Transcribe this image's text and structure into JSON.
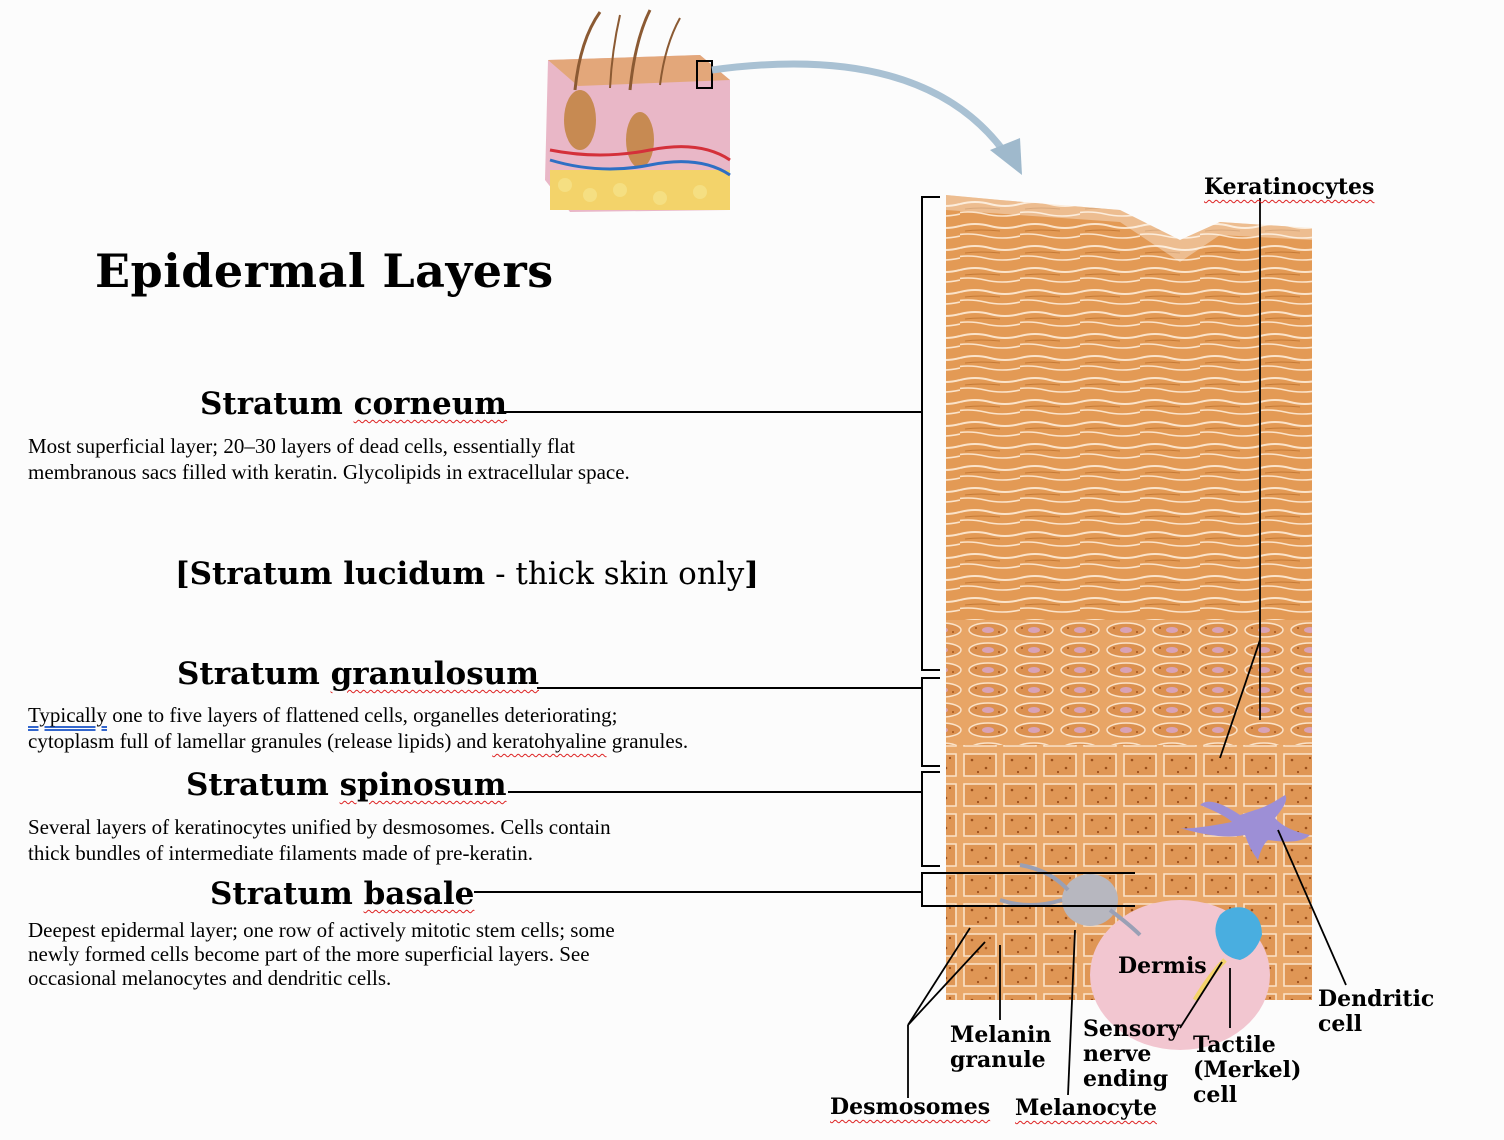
{
  "title": "Epidermal Layers",
  "layers": [
    {
      "name_plain": "Stratum ",
      "name_marked": "corneum",
      "description": "Most superficial layer; 20–30 layers of dead cells, essentially flat\nmembranous sacs filled with keratin. Glycolipids in extracellular space."
    },
    {
      "name_plain": "Stratum ",
      "name_marked": "granulosum",
      "description_marked": "Typically",
      "description": " one to five layers of flattened cells, organelles deteriorating;\ncytoplasm full of lamellar granules (release lipids) and ",
      "description_marked2": "keratohyaline",
      "description_end": " granules."
    },
    {
      "name_plain": "Stratum ",
      "name_marked": "spinosum",
      "description": "Several layers of keratinocytes unified by desmosomes. Cells contain\nthick bundles of intermediate filaments made of pre-keratin."
    },
    {
      "name_plain": "Stratum ",
      "name_marked": "basale",
      "description": "Deepest epidermal layer; one row of actively mitotic stem cells; some\nnewly formed cells become part of the more superficial layers. See\noccasional melanocytes and dendritic cells."
    }
  ],
  "lucidum": {
    "open": "[",
    "bold": "Stratum lucidum",
    "rest": " - thick skin only",
    "close": "]"
  },
  "labels": {
    "keratinocytes": "Keratinocytes",
    "dermis": "Dermis",
    "dendritic_cell": "Dendritic\ncell",
    "melanin_granule": "Melanin\ngranule",
    "sensory_nerve": "Sensory\nnerve\nending",
    "tactile_cell": "Tactile\n(Merkel)\ncell",
    "desmosomes": "Desmosomes",
    "melanocyte": "Melanocyte"
  },
  "colors": {
    "cell_orange": "#e39a55",
    "cell_dark": "#c9742e",
    "dermis_pink": "#f2c6d0",
    "merkel_blue": "#49aee0",
    "dendritic_purple": "#9d8fd6",
    "arrow_blue": "#9fb9cc"
  }
}
